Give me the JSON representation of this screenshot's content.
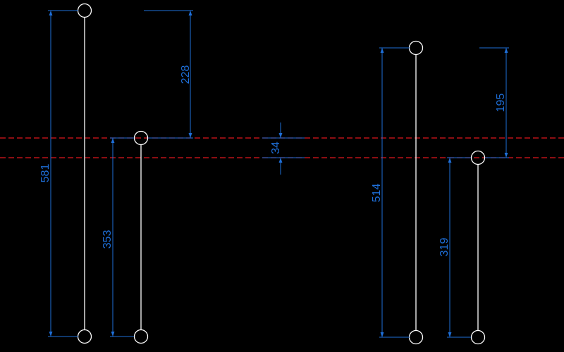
{
  "colors": {
    "background": "#000000",
    "member": "#ffffff",
    "dimension": "#1e6fd9",
    "reference_line": "#e0161c"
  },
  "dimensions": {
    "d581": "581",
    "d228": "228",
    "d353": "353",
    "d34": "34",
    "d514": "514",
    "d195": "195",
    "d319": "319"
  }
}
